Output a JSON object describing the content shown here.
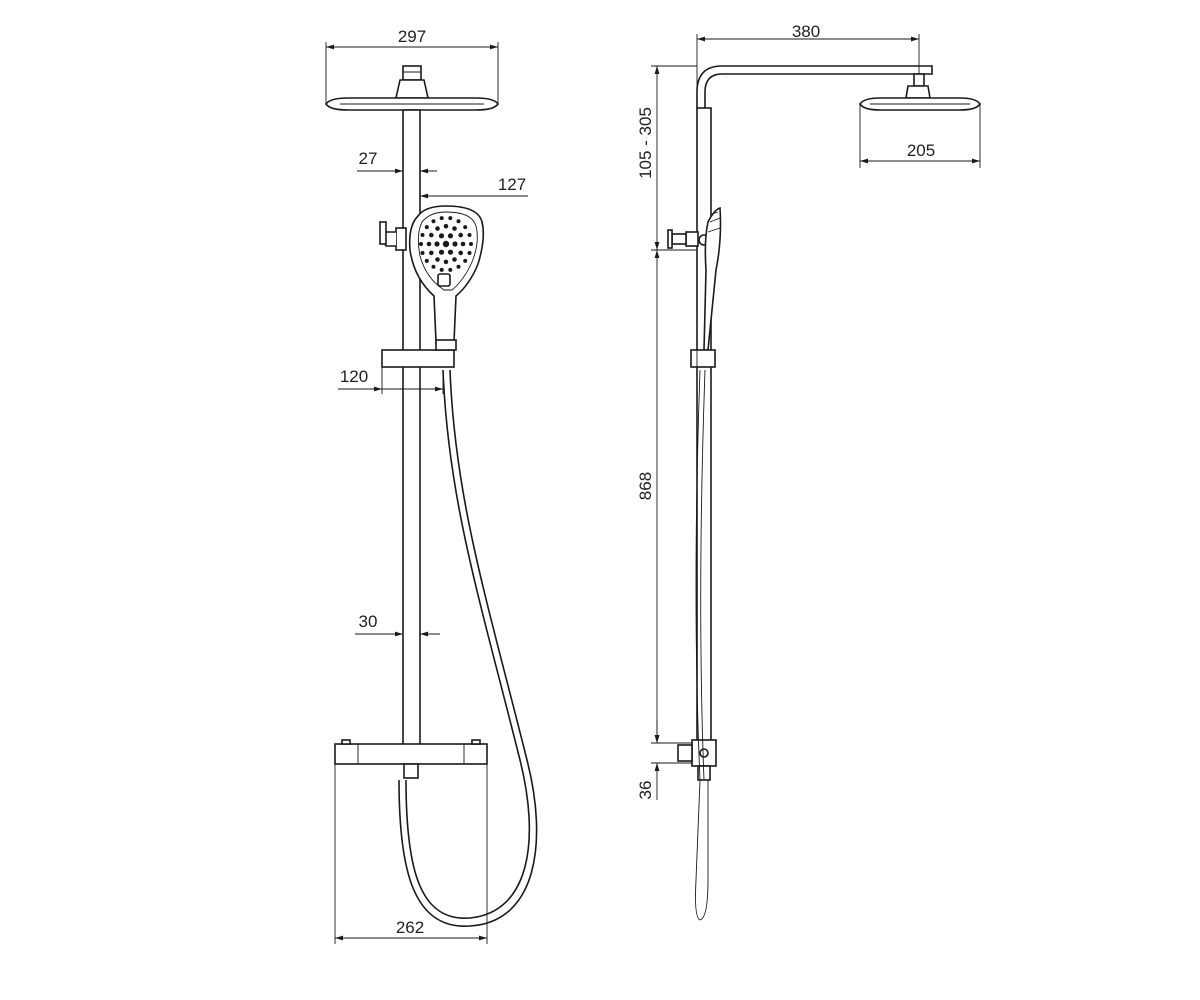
{
  "front_view": {
    "dim_head_width": "297",
    "dim_rail_offset": "27",
    "dim_handshower_offset": "127",
    "dim_holder_depth": "120",
    "dim_rail_diameter": "30",
    "dim_mixer_width": "262"
  },
  "side_view": {
    "dim_arm_length": "380",
    "dim_head_depth": "205",
    "dim_height_adjust": "105 - 305",
    "dim_rail_length": "868",
    "dim_mixer_height": "36"
  }
}
